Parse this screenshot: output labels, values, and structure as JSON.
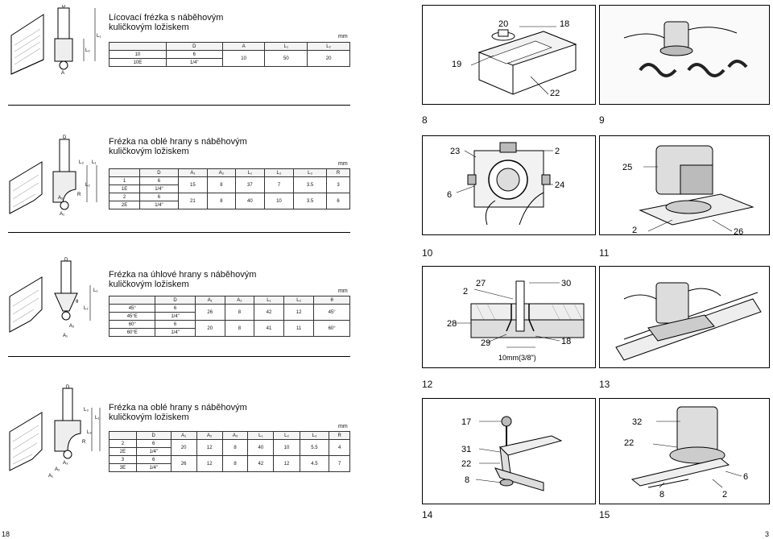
{
  "sections": [
    {
      "title_line1": "Lícovací frézka s náběhovým",
      "title_line2": "kuličkovým ložiskem",
      "unit": "mm",
      "headers": [
        "",
        "D",
        "A",
        "L₁",
        "L₂"
      ],
      "rows": [
        [
          "10",
          "6",
          "10",
          "50",
          "20"
        ],
        [
          "10E",
          "1/4\"",
          "",
          "",
          ""
        ]
      ],
      "dims": [
        "D",
        "L₁",
        "L₂",
        "A"
      ]
    },
    {
      "title_line1": "Frézka na oblé hrany s náběhovým",
      "title_line2": "kuličkovým ložiskem",
      "unit": "mm",
      "headers": [
        "",
        "D",
        "A₁",
        "A₂",
        "L₁",
        "L₂",
        "L₃",
        "R"
      ],
      "rows": [
        [
          "1",
          "6",
          "15",
          "8",
          "37",
          "7",
          "3.5",
          "3"
        ],
        [
          "1E",
          "1/4\"",
          "",
          "",
          "",
          "",
          "",
          ""
        ],
        [
          "2",
          "6",
          "21",
          "8",
          "40",
          "10",
          "3.5",
          "6"
        ],
        [
          "2E",
          "1/4\"",
          "",
          "",
          "",
          "",
          "",
          ""
        ]
      ],
      "dims": [
        "D",
        "L₃",
        "L₁",
        "L₂",
        "R",
        "A₂",
        "A₁"
      ]
    },
    {
      "title_line1": "Frézka na úhlové hrany s náběhovým",
      "title_line2": "kuličkovým ložiskem",
      "unit": "mm",
      "headers": [
        "",
        "D",
        "A₁",
        "A₂",
        "L₁",
        "L₂",
        "θ"
      ],
      "rows": [
        [
          "45°",
          "6",
          "26",
          "8",
          "42",
          "12",
          "45°"
        ],
        [
          "45°E",
          "1/4\"",
          "",
          "",
          "",
          "",
          ""
        ],
        [
          "60°",
          "6",
          "20",
          "8",
          "41",
          "11",
          "60°"
        ],
        [
          "60°E",
          "1/4\"",
          "",
          "",
          "",
          "",
          ""
        ]
      ],
      "dims": [
        "D",
        "L₁",
        "θ",
        "L₂",
        "A₂",
        "A₁"
      ]
    },
    {
      "title_line1": "Frézka na oblé hrany s náběhovým",
      "title_line2": "kuličkovým ložiskem",
      "unit": "mm",
      "headers": [
        "",
        "D",
        "A₁",
        "A₂",
        "A₃",
        "L₁",
        "L₂",
        "L₃",
        "R"
      ],
      "rows": [
        [
          "2",
          "6",
          "20",
          "12",
          "8",
          "40",
          "10",
          "5.5",
          "4"
        ],
        [
          "2E",
          "1/4\"",
          "",
          "",
          "",
          "",
          "",
          "",
          ""
        ],
        [
          "3",
          "6",
          "26",
          "12",
          "8",
          "42",
          "12",
          "4.5",
          "7"
        ],
        [
          "3E",
          "1/4\"",
          "",
          "",
          "",
          "",
          "",
          "",
          ""
        ]
      ],
      "dims": [
        "D",
        "L₃",
        "L₁",
        "L₂",
        "R",
        "A₃",
        "A₂",
        "A₁"
      ]
    }
  ],
  "figures": {
    "fig8": {
      "caption": "8",
      "callouts": [
        "20",
        "18",
        "19",
        "22"
      ]
    },
    "fig9": {
      "caption": "9"
    },
    "fig10": {
      "caption": "10",
      "callouts": [
        "23",
        "2",
        "6",
        "24"
      ]
    },
    "fig11": {
      "caption": "11",
      "callouts": [
        "25",
        "2",
        "26"
      ]
    },
    "fig12": {
      "caption": "12",
      "callouts": [
        "2",
        "27",
        "30",
        "28",
        "29",
        "18",
        "10mm(3/8\")"
      ]
    },
    "fig13": {
      "caption": "13"
    },
    "fig14": {
      "caption": "14",
      "callouts": [
        "17",
        "31",
        "22",
        "8"
      ]
    },
    "fig15": {
      "caption": "15",
      "callouts": [
        "32",
        "22",
        "6",
        "8",
        "2"
      ]
    }
  },
  "page_left": "18",
  "page_right": "3"
}
